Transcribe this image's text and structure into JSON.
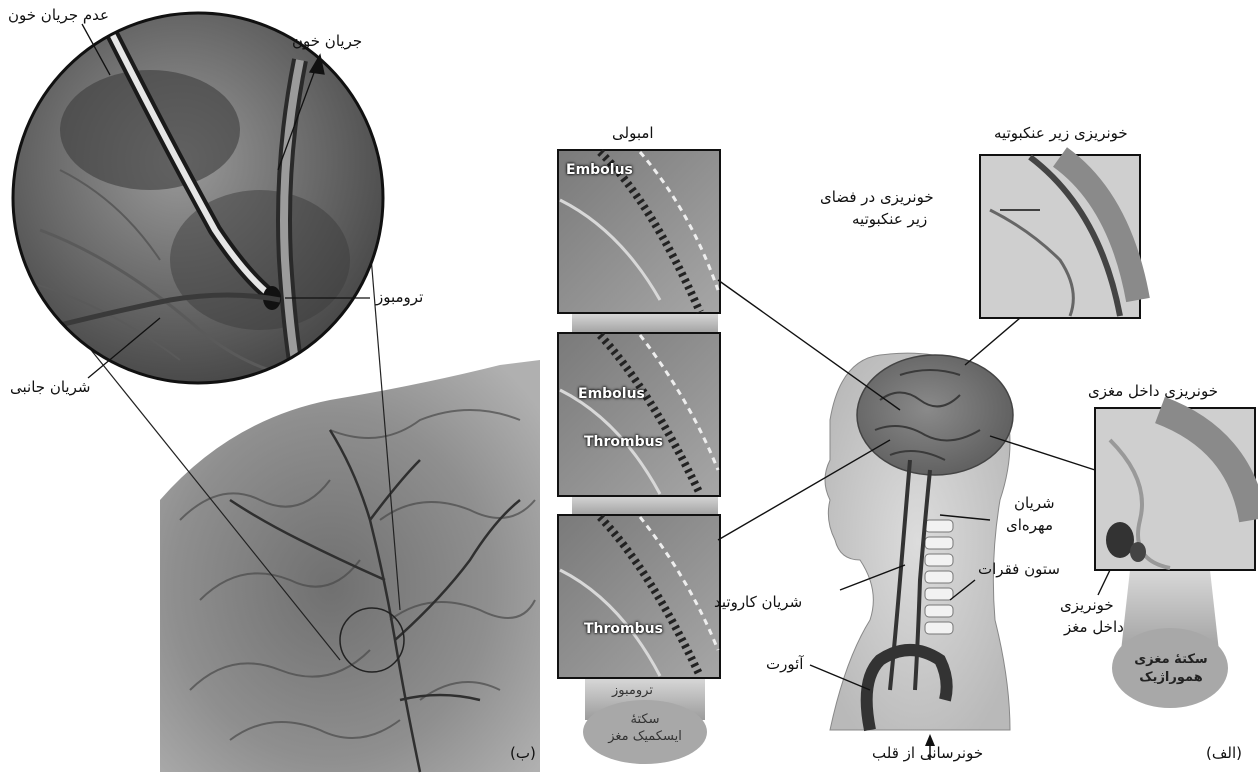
{
  "panel_b": {
    "tag": "(ب)",
    "no_blood_flow": "عدم جریان خون",
    "blood_flow": "جریان خون",
    "thrombosis": "ترومبوز",
    "collateral_artery": "شریان جانبی"
  },
  "panel_a": {
    "tag": "(الف)",
    "embolism_title": "امبولی",
    "embolus_label_1": "Embolus",
    "embolus_label_2": "Embolus",
    "thrombus_label_1": "Thrombus",
    "thrombus_label_2": "Thrombus",
    "thrombosis_pedestal": "ترومبوز",
    "ischemic_stroke_line1": "سکتهٔ",
    "ischemic_stroke_line2": "ایسکمیک مغز",
    "subarachnoid_title": "خونریزی زیر عنکبوتیه",
    "subarachnoid_space_line1": "خونریزی در فضای",
    "subarachnoid_space_line2": "زیر عنکبوتیه",
    "intracerebral_title": "خونریزی داخل مغزی",
    "intracerebral_detail_line1": "خونریزی",
    "intracerebral_detail_line2": "داخل مغز",
    "hemorrhagic_stroke_line1": "سکتهٔ مغزی",
    "hemorrhagic_stroke_line2": "هموراژیک",
    "vertebral_artery_line1": "شریان",
    "vertebral_artery_line2": "مهره‌ای",
    "spinal_column": "ستون فقرات",
    "carotid_artery": "شریان کاروتید",
    "aorta": "آئورت",
    "blood_from_heart": "خونرسانی از قلب"
  }
}
